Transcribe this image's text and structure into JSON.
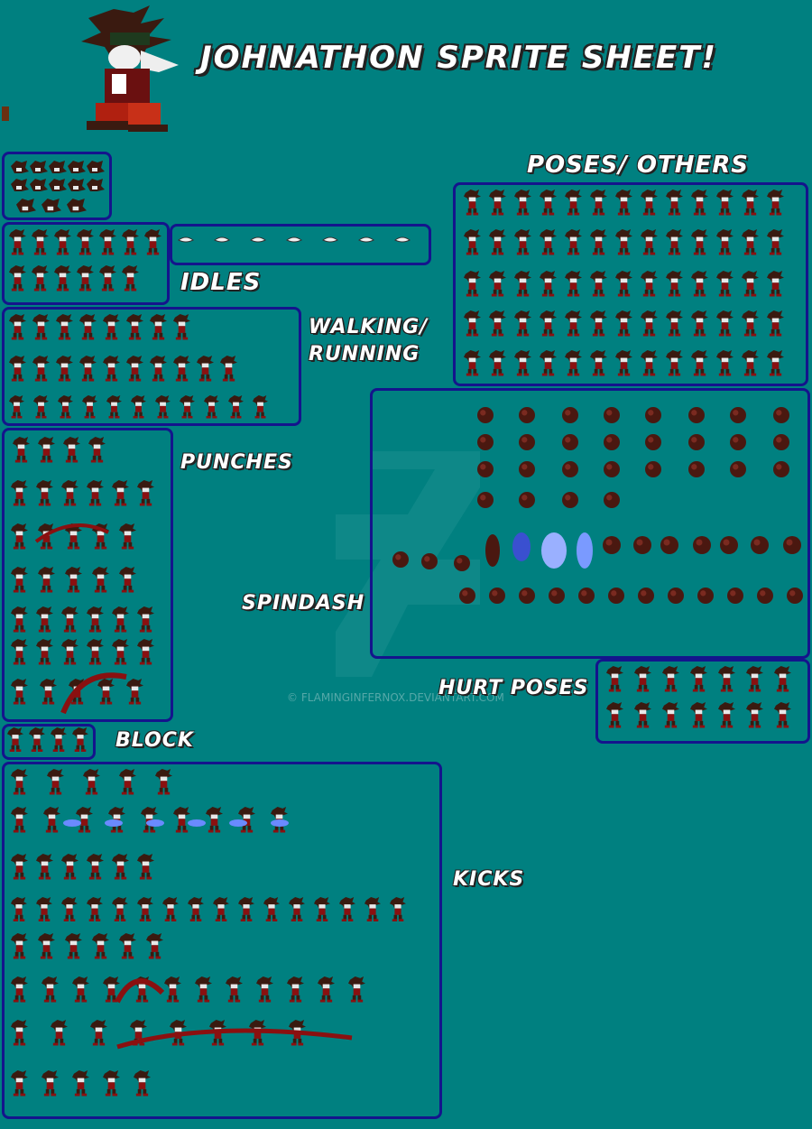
{
  "title": "JOHNATHON SPRITE SHEET!",
  "watermark": "© FLAMINGINFERNOX.DEVIANTART.COM",
  "labels": {
    "idles": "IDLES",
    "walking": "WALKING/",
    "running": "RUNNING",
    "punches": "PUNCHES",
    "spindash": "SPINDASH",
    "hurt_poses": "HURT POSES",
    "block": "BLOCK",
    "kicks": "KICKS",
    "poses_others": "POSES/ OTHERS"
  },
  "colors": {
    "background": "#008080",
    "box_border": "#14148c",
    "label_text": "#ffffff",
    "sprite_dark": "#3a1a10",
    "sprite_red": "#8a1010",
    "sprite_blue": "#6a8aff"
  }
}
